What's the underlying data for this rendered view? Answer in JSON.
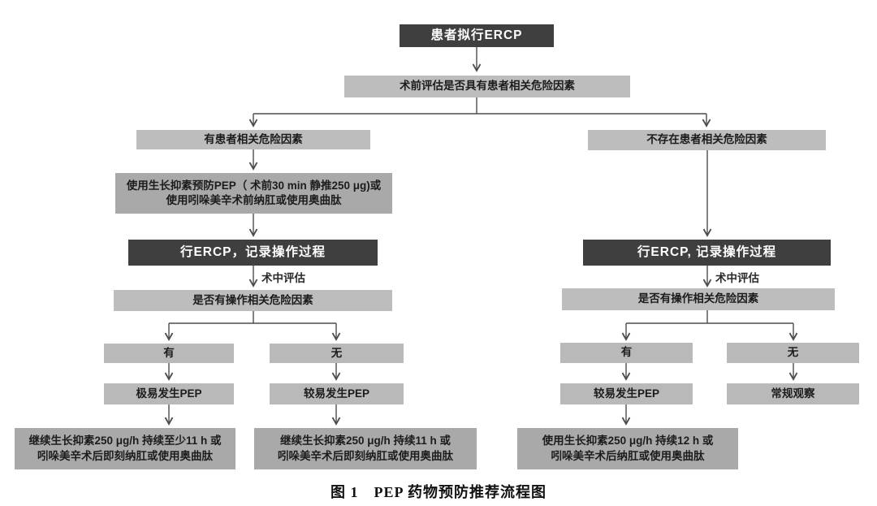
{
  "figure": {
    "caption": "图 1　PEP 药物预防推荐流程图"
  },
  "colors": {
    "background": "#ffffff",
    "dark_box": "#3f3f3f",
    "light_box": "#b9b9b9",
    "instruction_box": "#a9a9a9",
    "arrow": "#4d4d4d",
    "dark_box_text": "#ffffff",
    "light_box_text": "#1c1c1c"
  },
  "flowchart": {
    "start": "患者拟行ERCP",
    "preop_assessment": "术前评估是否具有患者相关危险因素",
    "left": {
      "risk_present": "有患者相关危险因素",
      "prophylaxis": {
        "line1": "使用生长抑素预防PEP（ 术前30 min 静推250 μg)或",
        "line2": "使用吲哚美辛术前纳肛或使用奥曲肽"
      },
      "ercp": "行ERCP，记录操作过程",
      "intraop_label": "术中评估",
      "op_risk_question": "是否有操作相关危险因素",
      "yes": "有",
      "no": "无",
      "yes_outcome": "极易发生PEP",
      "no_outcome": "较易发生PEP",
      "yes_treatment": {
        "line1": "继续生长抑素250 μg/h 持续至少11 h 或",
        "line2": "吲哚美辛术后即刻纳肛或使用奥曲肽"
      },
      "no_treatment": {
        "line1": "继续生长抑素250 μg/h 持续11 h 或",
        "line2": "吲哚美辛术后即刻纳肛或使用奥曲肽"
      }
    },
    "right": {
      "risk_absent": "不存在患者相关危险因素",
      "ercp": "行ERCP, 记录操作过程",
      "intraop_label": "术中评估",
      "op_risk_question": "是否有操作相关危险因素",
      "yes": "有",
      "no": "无",
      "yes_outcome": "较易发生PEP",
      "no_outcome": "常规观察",
      "yes_treatment": {
        "line1": "使用生长抑素250 μg/h 持续12 h 或",
        "line2": "吲哚美辛术后纳肛或使用奥曲肽"
      }
    }
  }
}
